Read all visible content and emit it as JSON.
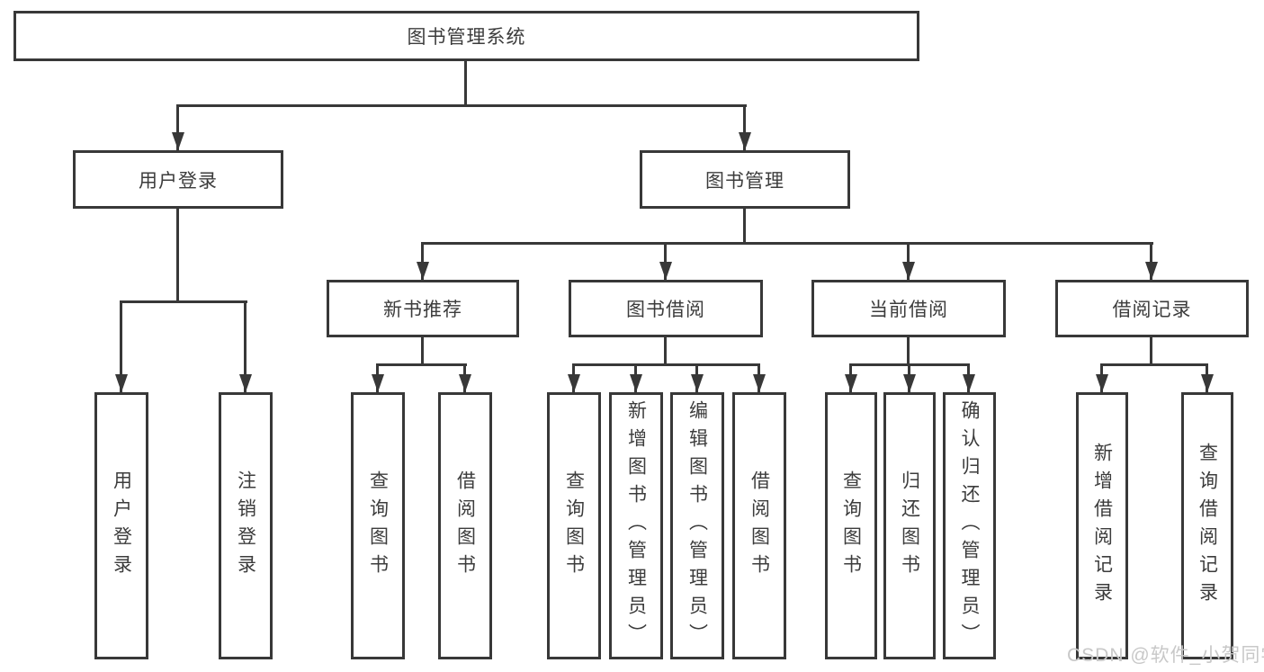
{
  "tree": {
    "root": "图书管理系统",
    "user_login": {
      "label": "用户登录",
      "children": [
        "用户登录",
        "注销登录"
      ]
    },
    "book_management": {
      "label": "图书管理",
      "sections": {
        "new_book": {
          "label": "新书推荐",
          "children": [
            "查询图书",
            "借阅图书"
          ]
        },
        "book_borrow": {
          "label": "图书借阅",
          "children": [
            "查询图书",
            "新增图书（管理员）",
            "编辑图书（管理员）",
            "借阅图书"
          ]
        },
        "current_borrow": {
          "label": "当前借阅",
          "children": [
            "查询图书",
            "归还图书",
            "确认归还（管理员）"
          ]
        },
        "borrow_records": {
          "label": "借阅记录",
          "children": [
            "新增借阅记录",
            "查询借阅记录"
          ]
        }
      }
    }
  },
  "watermark": "CSDN @软件_小贺同学",
  "colors": {
    "line": "#383838",
    "text": "#3c3c3c",
    "watermark": "#c8c8c8",
    "background": "#ffffff"
  }
}
